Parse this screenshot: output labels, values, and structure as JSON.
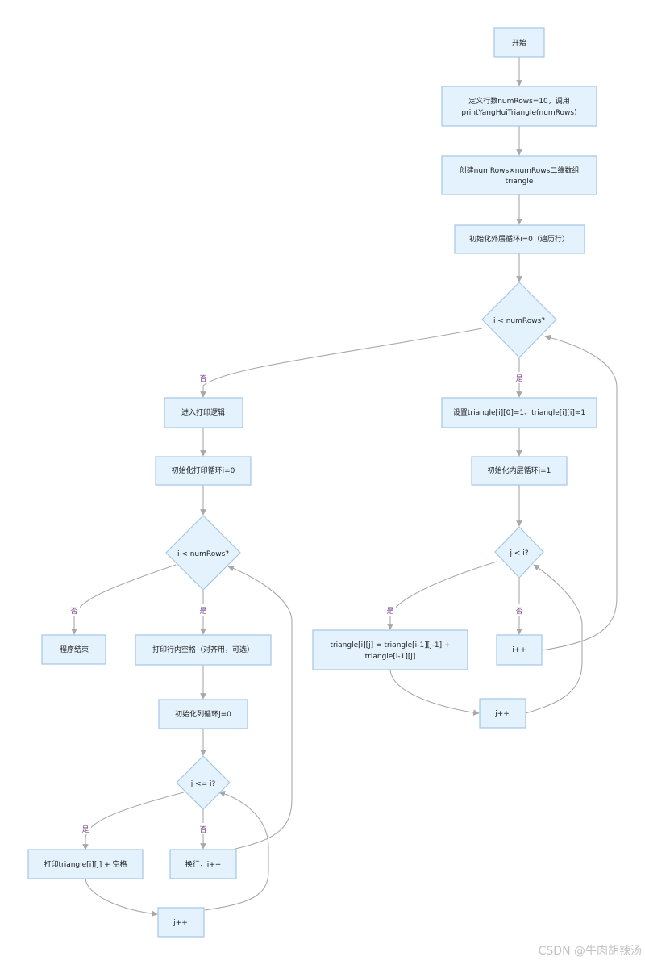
{
  "nodes": {
    "start": "开始",
    "define_rows": [
      "定义行数numRows=10，调用",
      "printYangHuiTriangle(numRows)"
    ],
    "create_array": [
      "创建numRows×numRows二维数组",
      "triangle"
    ],
    "init_outer": "初始化外层循环i=0（遍历行）",
    "cond_i_rows": "i < numRows?",
    "enter_print": "进入打印逻辑",
    "set_edges": "设置triangle[i][0]=1、triangle[i][i]=1",
    "init_print_loop": "初始化打印循环i=0",
    "init_inner": "初始化内层循环j=1",
    "cond_print_i": "i < numRows?",
    "cond_j_i": "j < i?",
    "program_end": "程序结束",
    "print_spaces": "打印行内空格（对齐用，可选）",
    "compute_cell": [
      "triangle[i][j] = triangle[i-1][j-1] +",
      "triangle[i-1][j]"
    ],
    "i_inc_build": "i++",
    "j_inc_build": "j++",
    "init_col_loop": "初始化列循环j=0",
    "cond_j_le_i": "j <= i?",
    "print_cell": "打印triangle[i][j] + 空格",
    "newline_inc": "换行，i++",
    "j_inc_print": "j++"
  },
  "edge_labels": {
    "yes": "是",
    "no": "否"
  },
  "watermark": "CSDN @牛肉胡辣汤"
}
